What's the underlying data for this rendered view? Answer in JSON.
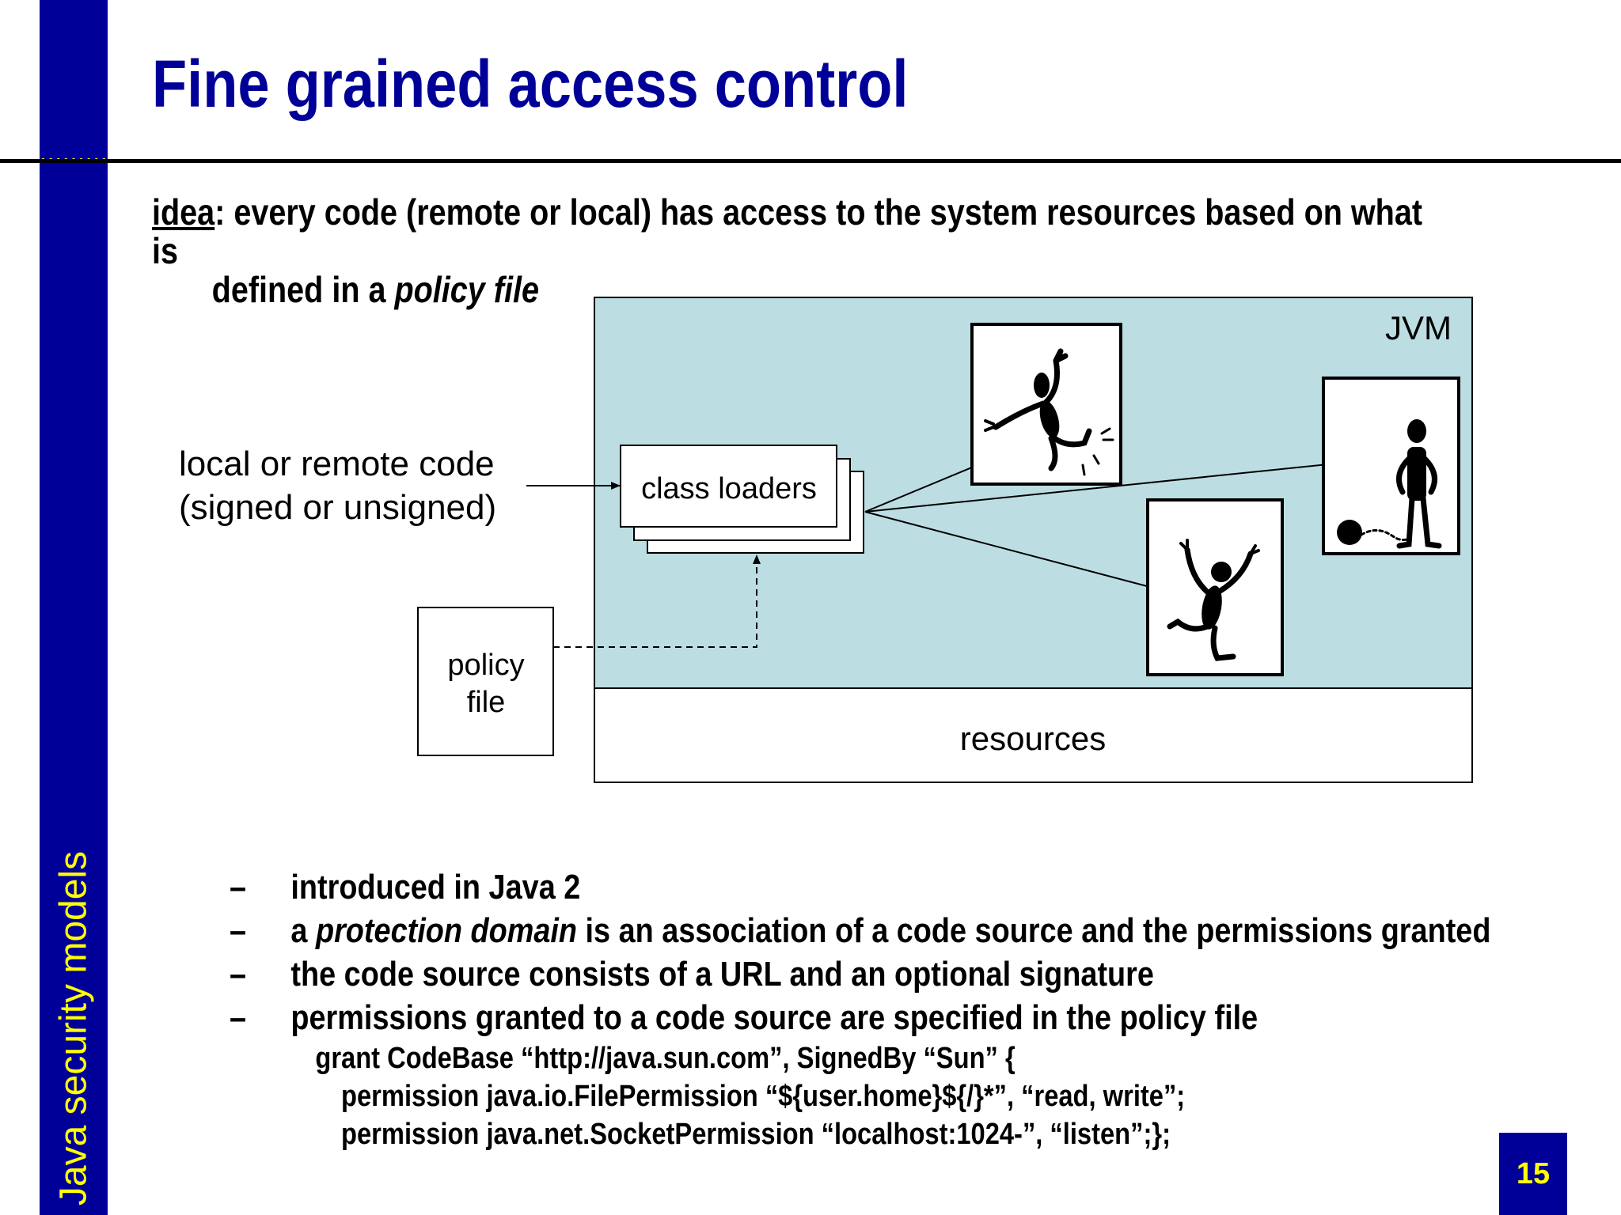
{
  "slide": {
    "title": "Fine grained access control",
    "section_label": "Java security models",
    "page_number": "15",
    "idea": {
      "lead": "idea",
      "text": ": every code (remote or local) has access to the system resources based on what is",
      "continuation_prefix": "defined in a ",
      "continuation_em": "policy file"
    }
  },
  "diagram": {
    "jvm_label": "JVM",
    "class_loaders_label": "class loaders",
    "code_line1": "local or remote code",
    "code_line2": "(signed or unsigned)",
    "policy_line1": "policy",
    "policy_line2": "file",
    "resources_label": "resources",
    "jvm_fill": "#bcdee2"
  },
  "bullets": [
    {
      "dash": "–",
      "pre": "introduced in Java 2",
      "em": "",
      "post": ""
    },
    {
      "dash": "–",
      "pre": "a ",
      "em": "protection domain",
      "post": " is an association of a code source and the permissions granted"
    },
    {
      "dash": "–",
      "pre": "the code source consists of a URL and an optional signature",
      "em": "",
      "post": ""
    },
    {
      "dash": "–",
      "pre": "permissions granted to a code source are specified in the policy file",
      "em": "",
      "post": ""
    }
  ],
  "code_lines": [
    "grant CodeBase “http://java.sun.com”, SignedBy “Sun” {",
    "permission java.io.FilePermission “${user.home}${/}*”, “read, write”;",
    "permission java.net.SocketPermission “localhost:1024-”, “listen”;};"
  ]
}
